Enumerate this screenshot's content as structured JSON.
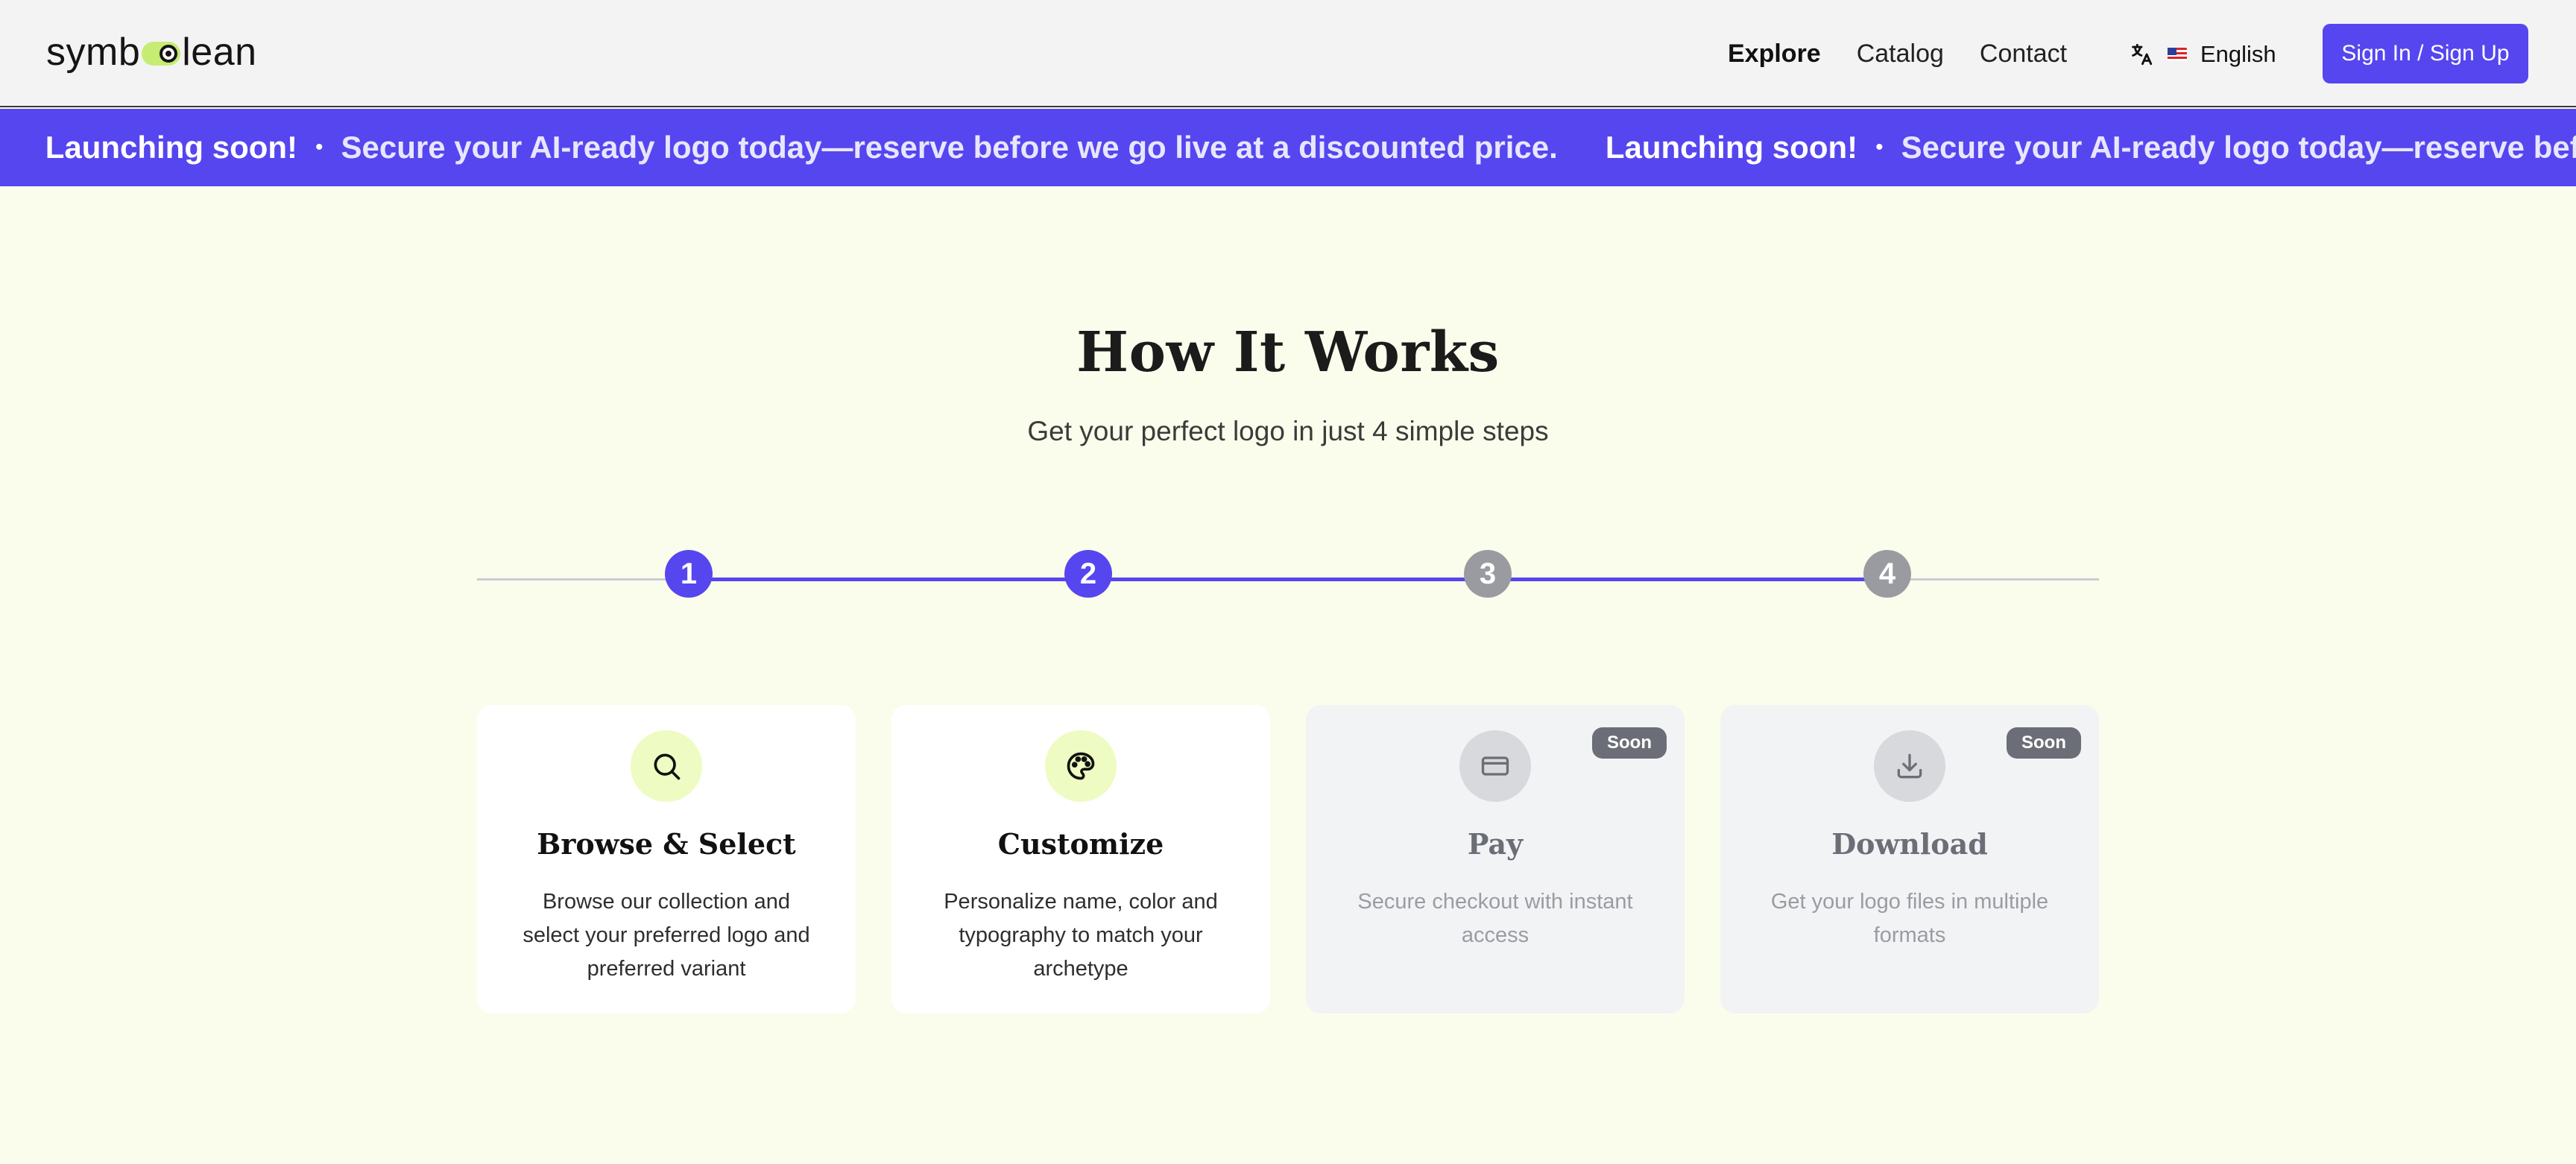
{
  "header": {
    "logo_left": "symb",
    "logo_right": "lean",
    "nav": [
      "Explore",
      "Catalog",
      "Contact"
    ],
    "language": "English",
    "signin_label": "Sign In / Sign Up"
  },
  "banner": {
    "headline": "Launching soon!",
    "message": "Secure your AI-ready logo today—reserve before we go live at a discounted price.",
    "message_cut": "Secure your AI-ready logo today—reserve before we go",
    "bullet": "•"
  },
  "section": {
    "title": "How It Works",
    "subtitle": "Get your perfect logo in just 4 simple steps"
  },
  "steps": [
    "1",
    "2",
    "3",
    "4"
  ],
  "cards": [
    {
      "title": "Browse & Select",
      "desc": "Browse our collection and select your preferred logo and preferred variant",
      "badge": "",
      "icon": "search-icon"
    },
    {
      "title": "Customize",
      "desc": "Personalize name, color and typography to match your archetype",
      "badge": "",
      "icon": "palette-icon"
    },
    {
      "title": "Pay",
      "desc": "Secure checkout with instant access",
      "badge": "Soon",
      "icon": "credit-card-icon"
    },
    {
      "title": "Download",
      "desc": "Get your logo files in multiple formats",
      "badge": "Soon",
      "icon": "download-icon"
    }
  ],
  "colors": {
    "accent": "#5646ef",
    "background": "#fafdeb",
    "icon_bg": "#eefbc2",
    "disabled": "#999ba1"
  }
}
